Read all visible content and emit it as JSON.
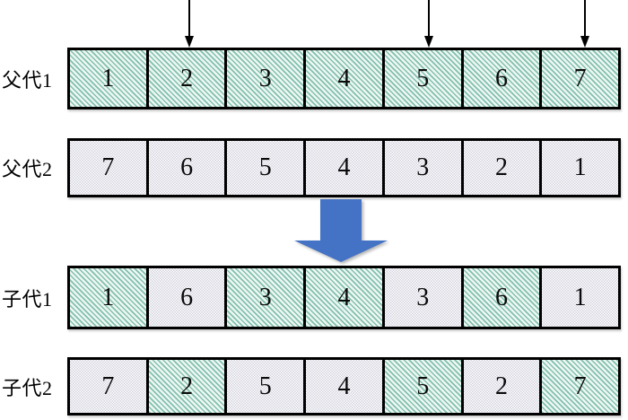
{
  "diagram": {
    "type": "genetic-algorithm-multipoint-crossover",
    "crossover_points": [
      2,
      5,
      7
    ],
    "rows": [
      {
        "label": "父代1",
        "cells": [
          {
            "value": "1",
            "source": "p1"
          },
          {
            "value": "2",
            "source": "p1"
          },
          {
            "value": "3",
            "source": "p1"
          },
          {
            "value": "4",
            "source": "p1"
          },
          {
            "value": "5",
            "source": "p1"
          },
          {
            "value": "6",
            "source": "p1"
          },
          {
            "value": "7",
            "source": "p1"
          }
        ]
      },
      {
        "label": "父代2",
        "cells": [
          {
            "value": "7",
            "source": "p2"
          },
          {
            "value": "6",
            "source": "p2"
          },
          {
            "value": "5",
            "source": "p2"
          },
          {
            "value": "4",
            "source": "p2"
          },
          {
            "value": "3",
            "source": "p2"
          },
          {
            "value": "2",
            "source": "p2"
          },
          {
            "value": "1",
            "source": "p2"
          }
        ]
      },
      {
        "label": "子代1",
        "cells": [
          {
            "value": "1",
            "source": "p1"
          },
          {
            "value": "6",
            "source": "p2"
          },
          {
            "value": "3",
            "source": "p1"
          },
          {
            "value": "4",
            "source": "p1"
          },
          {
            "value": "3",
            "source": "p2"
          },
          {
            "value": "6",
            "source": "p1"
          },
          {
            "value": "1",
            "source": "p2"
          }
        ]
      },
      {
        "label": "子代2",
        "cells": [
          {
            "value": "7",
            "source": "p2"
          },
          {
            "value": "2",
            "source": "p1"
          },
          {
            "value": "5",
            "source": "p2"
          },
          {
            "value": "4",
            "source": "p2"
          },
          {
            "value": "5",
            "source": "p1"
          },
          {
            "value": "2",
            "source": "p2"
          },
          {
            "value": "7",
            "source": "p1"
          }
        ]
      }
    ],
    "colors": {
      "parent1_hatch": "#82bfae",
      "parent1_bg": "#edf7f3",
      "parent2_dot": "#d2d2de",
      "parent2_bg": "#ffffff",
      "big_arrow_fill": "#4472c4",
      "line": "#000000"
    }
  }
}
